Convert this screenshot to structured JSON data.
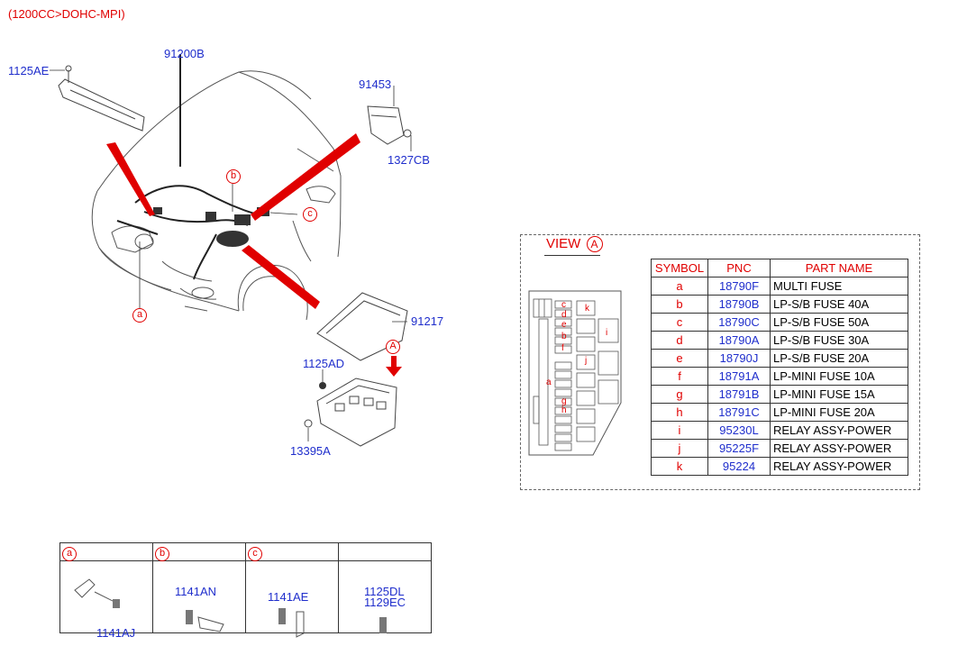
{
  "header": {
    "engine_note": "(1200CC>DOHC-MPI)"
  },
  "callouts": {
    "p1125AE": "1125AE",
    "p91200B": "91200B",
    "p91453": "91453",
    "p1327CB": "1327CB",
    "p91217": "91217",
    "p1125AD": "1125AD",
    "p13395A": "13395A"
  },
  "markers": {
    "a": "a",
    "b": "b",
    "c": "c",
    "A": "A"
  },
  "view": {
    "title": "VIEW",
    "circle": "A",
    "table": {
      "headers": [
        "SYMBOL",
        "PNC",
        "PART NAME"
      ],
      "rows": [
        {
          "symbol": "a",
          "pnc": "18790F",
          "name": "MULTI FUSE"
        },
        {
          "symbol": "b",
          "pnc": "18790B",
          "name": "LP-S/B FUSE 40A"
        },
        {
          "symbol": "c",
          "pnc": "18790C",
          "name": "LP-S/B FUSE 50A"
        },
        {
          "symbol": "d",
          "pnc": "18790A",
          "name": "LP-S/B FUSE 30A"
        },
        {
          "symbol": "e",
          "pnc": "18790J",
          "name": "LP-S/B FUSE 20A"
        },
        {
          "symbol": "f",
          "pnc": "18791A",
          "name": "LP-MINI FUSE 10A"
        },
        {
          "symbol": "g",
          "pnc": "18791B",
          "name": "LP-MINI FUSE 15A"
        },
        {
          "symbol": "h",
          "pnc": "18791C",
          "name": "LP-MINI FUSE 20A"
        },
        {
          "symbol": "i",
          "pnc": "95230L",
          "name": "RELAY ASSY-POWER"
        },
        {
          "symbol": "j",
          "pnc": "95225F",
          "name": "RELAY ASSY-POWER"
        },
        {
          "symbol": "k",
          "pnc": "95224",
          "name": "RELAY ASSY-POWER"
        }
      ]
    },
    "fusebox_letters": {
      "a": "a",
      "c": "c",
      "d": "d",
      "e": "e",
      "b": "b",
      "f": "f",
      "g": "g",
      "h": "h",
      "i": "i",
      "j": "j",
      "k": "k"
    }
  },
  "bottom": {
    "col_a": {
      "marker": "a",
      "part": "1141AJ"
    },
    "col_b": {
      "marker": "b",
      "part": "1141AN"
    },
    "col_c": {
      "marker": "c",
      "part": "1141AE"
    },
    "col_d": {
      "part1": "1125DL",
      "part2": "1129EC"
    }
  }
}
